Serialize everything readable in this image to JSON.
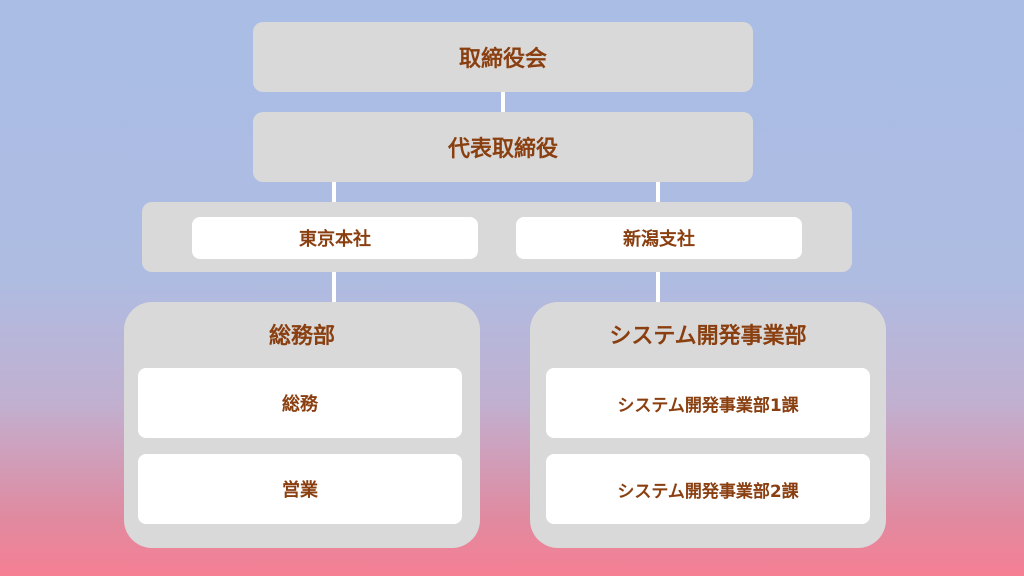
{
  "org_chart": {
    "board": "取締役会",
    "president": "代表取締役",
    "offices": [
      "東京本社",
      "新潟支社"
    ],
    "departments": [
      {
        "name": "総務部",
        "units": [
          "総務",
          "営業"
        ]
      },
      {
        "name": "システム開発事業部",
        "units": [
          "システム開発事業部1課",
          "システム開発事業部2課"
        ]
      }
    ]
  },
  "colors": {
    "box_fill": "#d9d9d9",
    "inner_fill": "#ffffff",
    "text": "#8a3f10",
    "connector": "#ffffff",
    "background_top": "#a9bde5",
    "background_bottom": "#f67f94"
  }
}
